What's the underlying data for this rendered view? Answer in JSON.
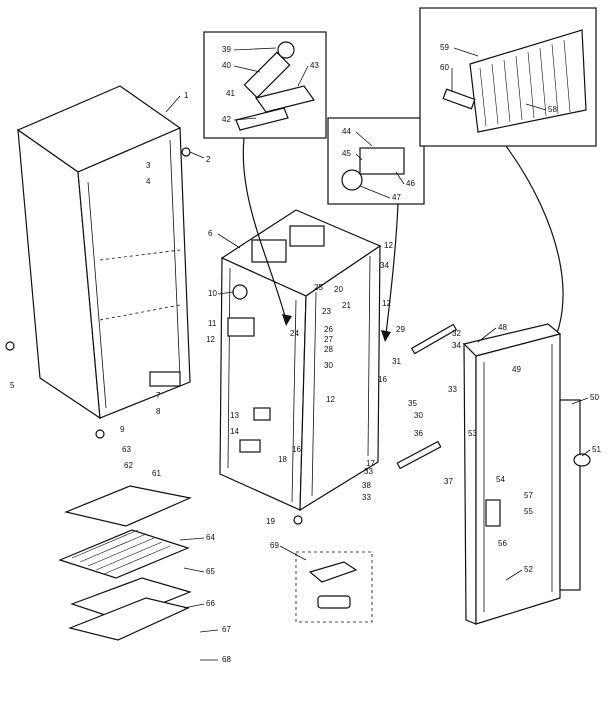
{
  "labels": [
    {
      "text": "1"
    },
    {
      "text": "2"
    },
    {
      "text": "3"
    },
    {
      "text": "4"
    },
    {
      "text": "5"
    },
    {
      "text": "6"
    },
    {
      "text": "7"
    },
    {
      "text": "8"
    },
    {
      "text": "9"
    },
    {
      "text": "10"
    },
    {
      "text": "11"
    },
    {
      "text": "12"
    },
    {
      "text": "12"
    },
    {
      "text": "12"
    },
    {
      "text": "12"
    },
    {
      "text": "13"
    },
    {
      "text": "14"
    },
    {
      "text": "16"
    },
    {
      "text": "16"
    },
    {
      "text": "17"
    },
    {
      "text": "18"
    },
    {
      "text": "19"
    },
    {
      "text": "20"
    },
    {
      "text": "21"
    },
    {
      "text": "23"
    },
    {
      "text": "24"
    },
    {
      "text": "25"
    },
    {
      "text": "26"
    },
    {
      "text": "27"
    },
    {
      "text": "28"
    },
    {
      "text": "29"
    },
    {
      "text": "30"
    },
    {
      "text": "30"
    },
    {
      "text": "31"
    },
    {
      "text": "32"
    },
    {
      "text": "33"
    },
    {
      "text": "33"
    },
    {
      "text": "33"
    },
    {
      "text": "34"
    },
    {
      "text": "34"
    },
    {
      "text": "35"
    },
    {
      "text": "36"
    },
    {
      "text": "37"
    },
    {
      "text": "38"
    },
    {
      "text": "39"
    },
    {
      "text": "40"
    },
    {
      "text": "41"
    },
    {
      "text": "42"
    },
    {
      "text": "43"
    },
    {
      "text": "44"
    },
    {
      "text": "45"
    },
    {
      "text": "46"
    },
    {
      "text": "47"
    },
    {
      "text": "48"
    },
    {
      "text": "49"
    },
    {
      "text": "50"
    },
    {
      "text": "51"
    },
    {
      "text": "52"
    },
    {
      "text": "53"
    },
    {
      "text": "54"
    },
    {
      "text": "55"
    },
    {
      "text": "56"
    },
    {
      "text": "57"
    },
    {
      "text": "58"
    },
    {
      "text": "59"
    },
    {
      "text": "60"
    },
    {
      "text": "61"
    },
    {
      "text": "62"
    },
    {
      "text": "63"
    },
    {
      "text": "64"
    },
    {
      "text": "65"
    },
    {
      "text": "66"
    },
    {
      "text": "67"
    },
    {
      "text": "68"
    },
    {
      "text": "69"
    }
  ]
}
